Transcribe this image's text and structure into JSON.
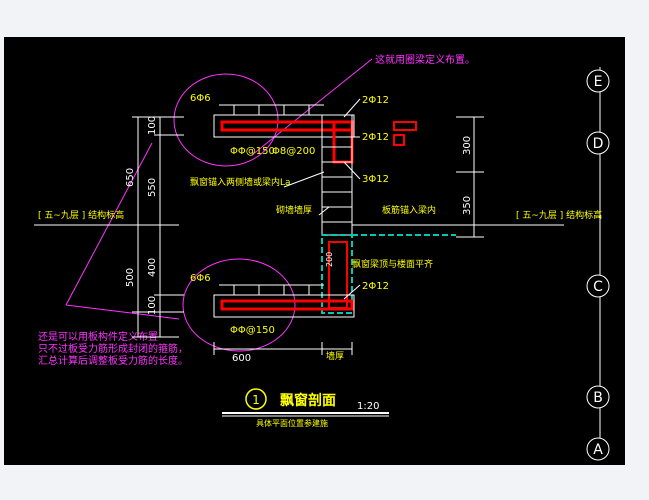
{
  "colors": {
    "background": "#000000",
    "frame": "#f2f3f7",
    "line": "#ffffff",
    "rebar": "#ff0000",
    "label": "#ffff00",
    "note": "#ff33ff",
    "teal": "#00c8b4",
    "dim": "#ffffff"
  },
  "notes": {
    "top_right": "这就用圈梁定义布置。",
    "bottom_left_1": "还是可以用板构件定义布置",
    "bottom_left_2": "只不过板受力筋形成封闭的箍筋，",
    "bottom_left_3": "汇总计算后调整板受力筋的长度。"
  },
  "axis_labels": {
    "e": "E",
    "d": "D",
    "c": "C",
    "b": "B",
    "a": "A"
  },
  "rebar_labels": {
    "top_dist": "6Φ6",
    "top_main": "ΦΦ@150",
    "top_main2": "Φ8@200",
    "top_r1": "2Φ12",
    "top_r2": "2Φ12",
    "top_r3": "3Φ12",
    "bot_dist": "6Φ6",
    "bot_main": "ΦΦ@150",
    "bot_r1": "2Φ12"
  },
  "annotations": {
    "anchor": "飘窗锚入两侧墙或梁内La",
    "wall": "砌墙墙厚",
    "slab_in": "板筋锚入梁内",
    "beam_top": "飘窗梁顶与楼面平齐",
    "level_left": "[ 五~九层 ] 结构标高",
    "level_right": "[ 五~九层 ] 结构标高",
    "side_200": "200",
    "bottom_right": "墙厚"
  },
  "dimensions": {
    "d100a": "100",
    "d550": "550",
    "d650": "650",
    "d400": "400",
    "d500": "500",
    "d100b": "100",
    "d300": "300",
    "d350": "350",
    "d600": "600"
  },
  "title": {
    "number": "1",
    "text": "飘窗剖面",
    "scale": "1:20",
    "subtitle": "具体平面位置参建施"
  }
}
